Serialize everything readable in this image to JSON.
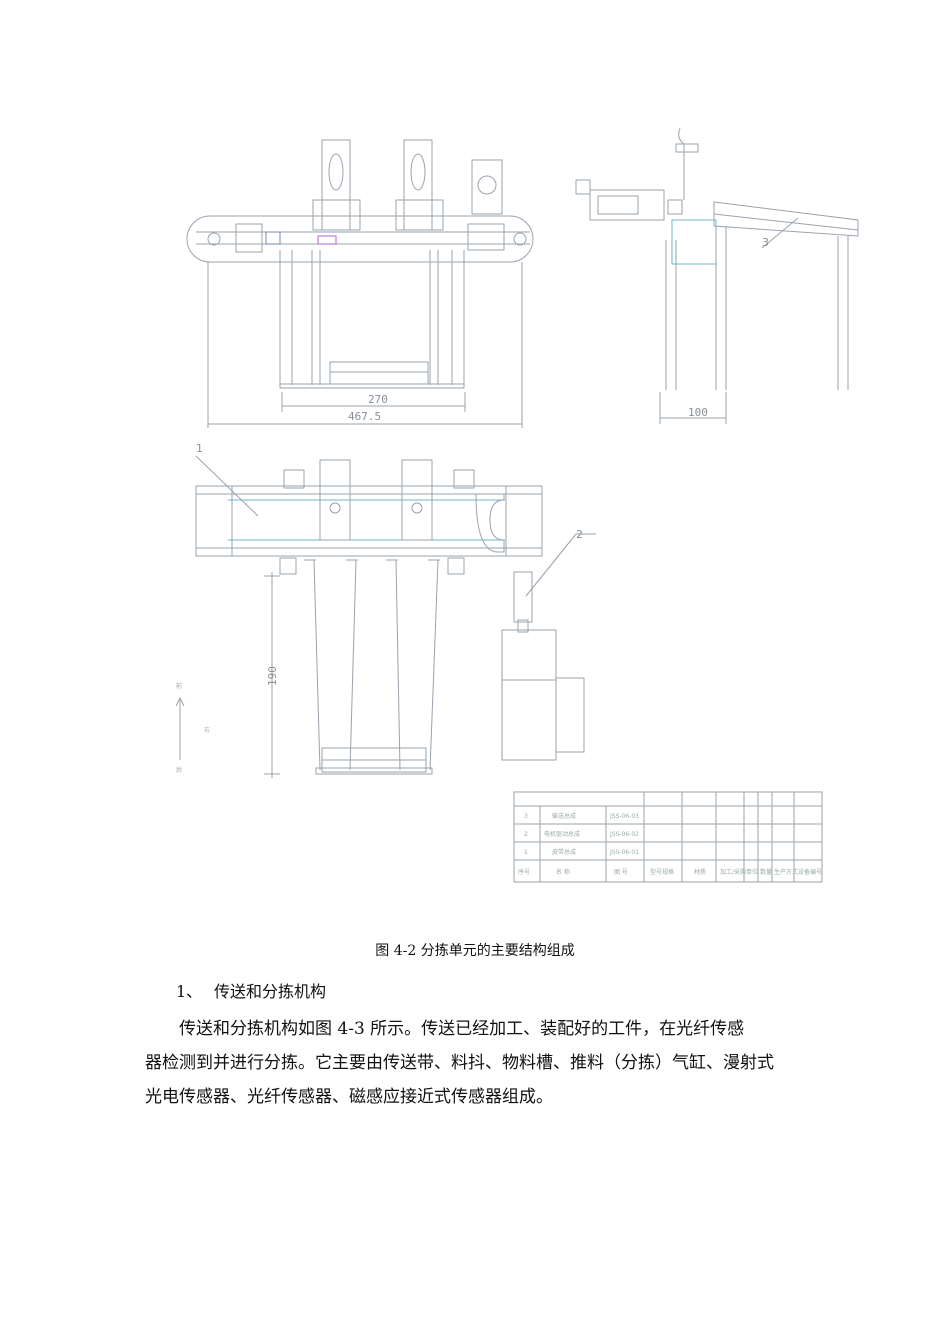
{
  "drawing": {
    "dimensions": {
      "front_inner": "270",
      "front_outer": "467.5",
      "side": "100",
      "plan_depth": "190"
    },
    "part_callouts": [
      "1",
      "2",
      "3"
    ],
    "direction": {
      "front": "前",
      "back": "后",
      "right": "右"
    },
    "title_block": {
      "rows": [
        {
          "no": "3",
          "name": "输送总成",
          "code": "JSS-06-03"
        },
        {
          "no": "2",
          "name": "电机驱动总成",
          "code": "JSS-06-02"
        },
        {
          "no": "1",
          "name": "皮带总成",
          "code": "JSS-06-01"
        }
      ],
      "headers": [
        "序号",
        "名 称",
        "图 号",
        "型号规格",
        "材质",
        "加工/采购",
        "单位",
        "数量",
        "生产方式",
        "设备编号"
      ]
    }
  },
  "caption": "图 4-2 分拣单元的主要结构组成",
  "heading": {
    "number": "1、",
    "title": "传送和分拣机构"
  },
  "paragraph": {
    "line1": "传送和分拣机构如图 4-3 所示。传送已经加工、装配好的工件，在光纤传感",
    "line2": "器检测到并进行分拣。它主要由传送带、料抖、物料槽、推料（分拣）气缸、漫射式",
    "line3": "光电传感器、光纤传感器、磁感应接近式传感器组成。"
  }
}
